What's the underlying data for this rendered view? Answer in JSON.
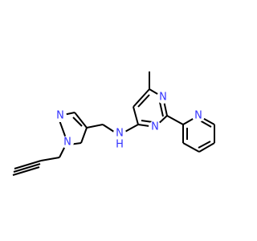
{
  "molecule": {
    "atom_labels": {
      "pyrimidine_n3": "N",
      "pyrimidine_n1": "N",
      "pyridine_n": "N",
      "amine_n": "N",
      "amine_h": "H",
      "pyrazole_n1": "N",
      "pyrazole_n2": "N"
    },
    "colors": {
      "bond": "#000000",
      "nitrogen": "#3333ff",
      "background": "#ffffff"
    }
  }
}
